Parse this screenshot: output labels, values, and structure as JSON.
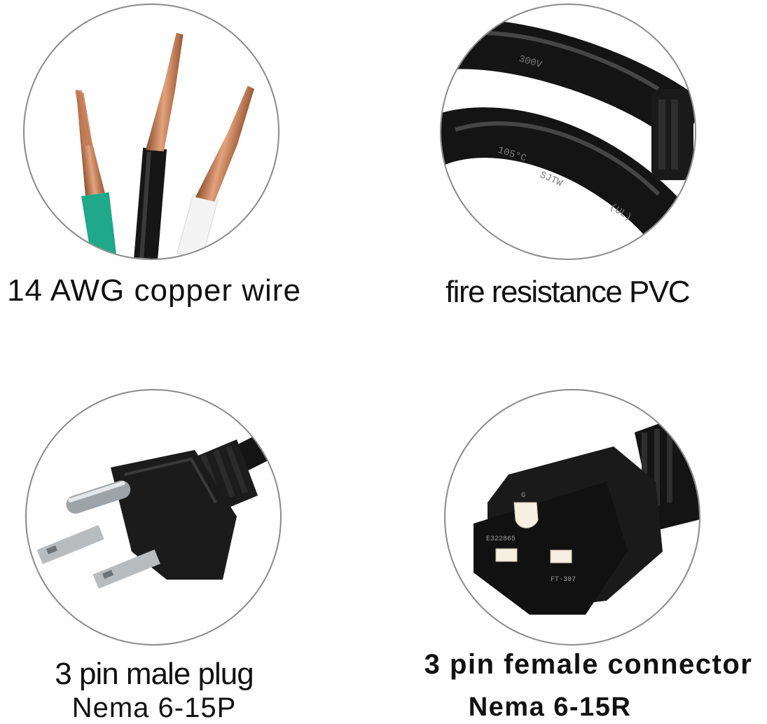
{
  "panels": [
    {
      "caption": "14 AWG copper wire",
      "icon": "copper-wire-strands-icon",
      "wire_colors": [
        "#1fa88a",
        "#1a1a1a",
        "#f1f1f1"
      ],
      "copper_color": "#c9845e"
    },
    {
      "caption": "fire resistance PVC",
      "icon": "pvc-cable-jacket-icon",
      "markings": [
        "300V",
        "SJTW",
        "105°C",
        "(UL)"
      ]
    },
    {
      "caption_line1": "3 pin male plug",
      "caption_line2": "Nema 6-15P",
      "icon": "male-plug-icon"
    },
    {
      "caption_line1": "3 pin female connector",
      "caption_line2": "Nema 6-15R",
      "icon": "female-connector-icon",
      "markings": [
        "G",
        "E322865",
        "FT-307"
      ]
    }
  ]
}
